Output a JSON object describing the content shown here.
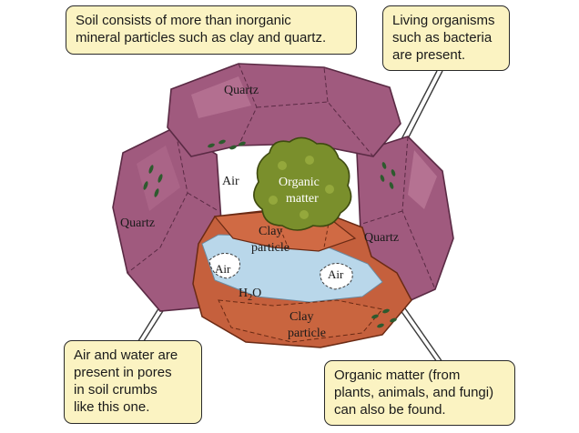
{
  "callouts": {
    "soil": "Soil consists of more than inorganic\nmineral particles such as clay and quartz.",
    "organisms": "Living organisms\nsuch as bacteria\nare present.",
    "air_water": "Air and water are\npresent in pores\nin soil crumbs\nlike this one.",
    "organic_matter": "Organic matter (from\nplants, animals, and fungi)\ncan also be found."
  },
  "labels": {
    "quartz_top": "Quartz",
    "quartz_left": "Quartz",
    "quartz_right": "Quartz",
    "air_top": "Air",
    "organic_line1": "Organic",
    "organic_line2": "matter",
    "clay_top_line1": "Clay",
    "clay_top_line2": "particle",
    "air_left": "Air",
    "air_right": "Air",
    "water": "H",
    "water_sub": "2",
    "water_o": "O",
    "clay_bottom_line1": "Clay",
    "clay_bottom_line2": "particle"
  },
  "colors": {
    "quartz": "#a05a7e",
    "quartz_dark": "#7a3a5c",
    "quartz_light": "#c98aa6",
    "clay": "#c5603d",
    "clay_dark": "#9a4428",
    "organic": "#7a8f2c",
    "organic_dark": "#556618",
    "water": "#b9d7ea",
    "callout_fill": "#fbf3c2"
  }
}
